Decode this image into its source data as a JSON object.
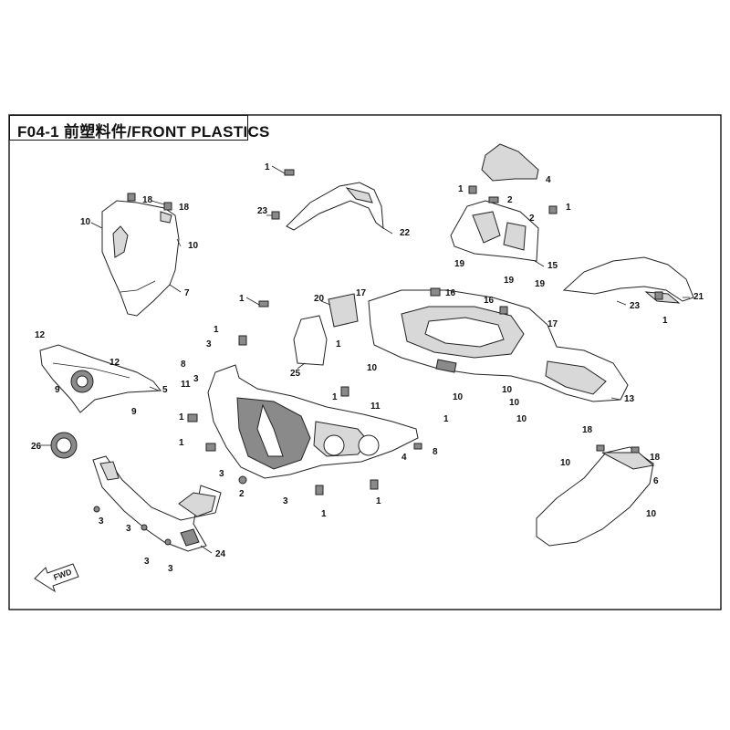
{
  "diagram": {
    "title": "F04-1 前塑料件/FRONT  PLASTICS",
    "fwd_label": "FWD",
    "callouts": [
      {
        "id": "c1a",
        "label": "1"
      },
      {
        "id": "c1b",
        "label": "1"
      },
      {
        "id": "c1c",
        "label": "1"
      },
      {
        "id": "c1d",
        "label": "1"
      },
      {
        "id": "c1e",
        "label": "1"
      },
      {
        "id": "c1f",
        "label": "1"
      },
      {
        "id": "c1g",
        "label": "1"
      },
      {
        "id": "c1h",
        "label": "1"
      },
      {
        "id": "c1i",
        "label": "1"
      },
      {
        "id": "c1j",
        "label": "1"
      },
      {
        "id": "c1k",
        "label": "1"
      },
      {
        "id": "c1l",
        "label": "1"
      },
      {
        "id": "c1m",
        "label": "1"
      },
      {
        "id": "c2a",
        "label": "2"
      },
      {
        "id": "c2b",
        "label": "2"
      },
      {
        "id": "c2c",
        "label": "2"
      },
      {
        "id": "c3a",
        "label": "3"
      },
      {
        "id": "c3b",
        "label": "3"
      },
      {
        "id": "c3c",
        "label": "3"
      },
      {
        "id": "c3d",
        "label": "3"
      },
      {
        "id": "c3e",
        "label": "3"
      },
      {
        "id": "c3f",
        "label": "3"
      },
      {
        "id": "c3g",
        "label": "3"
      },
      {
        "id": "c3h",
        "label": "3"
      },
      {
        "id": "c4a",
        "label": "4"
      },
      {
        "id": "c4b",
        "label": "4"
      },
      {
        "id": "c5",
        "label": "5"
      },
      {
        "id": "c6",
        "label": "6"
      },
      {
        "id": "c7",
        "label": "7"
      },
      {
        "id": "c8a",
        "label": "8"
      },
      {
        "id": "c8b",
        "label": "8"
      },
      {
        "id": "c9a",
        "label": "9"
      },
      {
        "id": "c9b",
        "label": "9"
      },
      {
        "id": "c10a",
        "label": "10"
      },
      {
        "id": "c10b",
        "label": "10"
      },
      {
        "id": "c10c",
        "label": "10"
      },
      {
        "id": "c10d",
        "label": "10"
      },
      {
        "id": "c10e",
        "label": "10"
      },
      {
        "id": "c10f",
        "label": "10"
      },
      {
        "id": "c10g",
        "label": "10"
      },
      {
        "id": "c10h",
        "label": "10"
      },
      {
        "id": "c10i",
        "label": "10"
      },
      {
        "id": "c11a",
        "label": "11"
      },
      {
        "id": "c11b",
        "label": "11"
      },
      {
        "id": "c12a",
        "label": "12"
      },
      {
        "id": "c12b",
        "label": "12"
      },
      {
        "id": "c13",
        "label": "13"
      },
      {
        "id": "c15",
        "label": "15"
      },
      {
        "id": "c16a",
        "label": "16"
      },
      {
        "id": "c16b",
        "label": "16"
      },
      {
        "id": "c17a",
        "label": "17"
      },
      {
        "id": "c17b",
        "label": "17"
      },
      {
        "id": "c18a",
        "label": "18"
      },
      {
        "id": "c18b",
        "label": "18"
      },
      {
        "id": "c18c",
        "label": "18"
      },
      {
        "id": "c18d",
        "label": "18"
      },
      {
        "id": "c19a",
        "label": "19"
      },
      {
        "id": "c19b",
        "label": "19"
      },
      {
        "id": "c19c",
        "label": "19"
      },
      {
        "id": "c20",
        "label": "20"
      },
      {
        "id": "c21",
        "label": "21"
      },
      {
        "id": "c22",
        "label": "22"
      },
      {
        "id": "c23a",
        "label": "23"
      },
      {
        "id": "c23b",
        "label": "23"
      },
      {
        "id": "c24",
        "label": "24"
      },
      {
        "id": "c25",
        "label": "25"
      },
      {
        "id": "c26",
        "label": "26"
      }
    ]
  }
}
